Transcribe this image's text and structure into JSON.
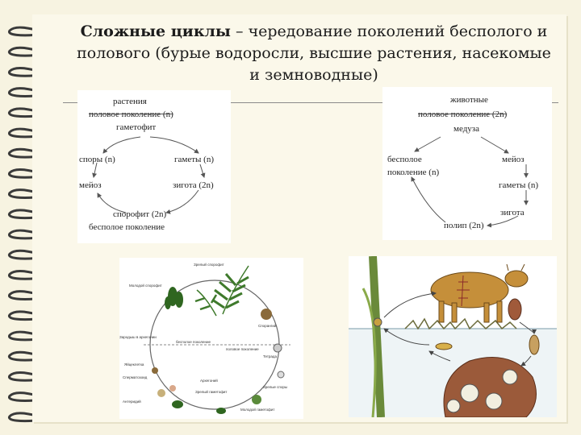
{
  "slide": {
    "title_bold": "Сложные циклы",
    "title_rest": " – чередование поколений бесполого и полового (бурые водоросли, высшие растения, насекомые и земноводные)"
  },
  "plant_cycle": {
    "header": "растения",
    "sexual_generation": "половое поколение (n)",
    "gametophyte": "гаметофит",
    "spores": "споры (n)",
    "gametes": "гаметы (n)",
    "meiosis": "мейоз",
    "zygote": "зигота (2n)",
    "sporophyte": "спорофит (2n)",
    "asexual_generation": "бесполое поколение"
  },
  "animal_cycle": {
    "header": "животные",
    "sexual_generation": "половое поколение (2n)",
    "medusa": "медуза",
    "asexual_line1": "бесполое",
    "asexual_line2": "поколение (n)",
    "meiosis": "мейоз",
    "gametes": "гаметы (n)",
    "zygote": "зигота",
    "polyp": "полип (2n)"
  },
  "fern_cycle": {
    "mature_sporophyte": "Зрелый спорофит",
    "young_sporophyte": "Молодой спорофит",
    "sporangium": "Спорангий",
    "embryo": "Зародыш в архегонии",
    "asexual_gen": "бесполое поколение",
    "sexual_gen": "половое поколение",
    "tetrad": "Тетрада",
    "archegonium": "Архегоний",
    "antheridium": "Антеридий",
    "sperm": "Сперматозоид",
    "egg": "Яйцеклетка",
    "mature_gametophyte": "Зрелый гаметофит",
    "young_gametophyte": "Молодой гаметофит",
    "mature_spores": "Зрелые споры"
  },
  "colors": {
    "background": "#fbf8ea",
    "arrow": "#555555",
    "rule": "#8a8a8a",
    "fern_green": "#3f7a2c",
    "cow": "#c58f3a",
    "snail": "#9b5a3a"
  }
}
